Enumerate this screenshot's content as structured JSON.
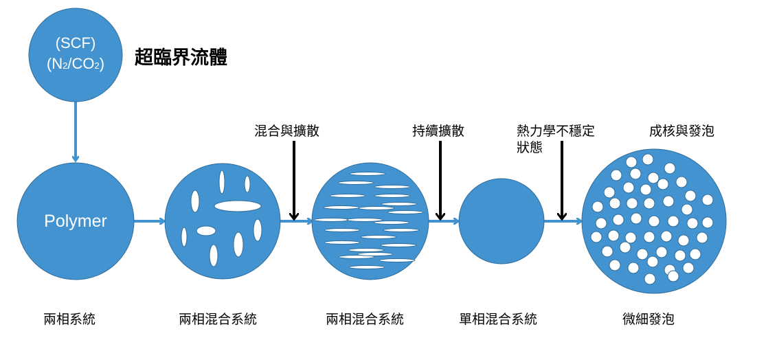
{
  "colors": {
    "fill": "#4393d0",
    "stroke": "#2f6d9c",
    "arrow": "#4393d0",
    "process_arrow": "#000000"
  },
  "scf": {
    "line1": "(SCF)",
    "line2_a": "(N",
    "line2_sub1": "2",
    "line2_b": "/CO",
    "line2_sub2": "2",
    "line2_c": ")",
    "title": "超臨界流體"
  },
  "polymer": {
    "label": "Polymer"
  },
  "processes": [
    "混合與擴散",
    "持續擴散",
    "熱力學不穩定",
    "狀態",
    "成核與發泡"
  ],
  "stages": [
    "兩相系統",
    "兩相混合系統",
    "兩相混合系統",
    "單相混合系統",
    "微細發泡"
  ]
}
